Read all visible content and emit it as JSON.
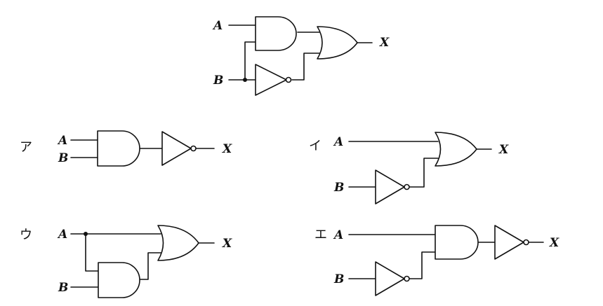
{
  "question_circuit": {
    "input_a": "A",
    "input_b": "B",
    "output": "X"
  },
  "options": [
    {
      "key": "ア",
      "input_a": "A",
      "input_b": "B",
      "output": "X"
    },
    {
      "key": "イ",
      "input_a": "A",
      "input_b": "B",
      "output": "X"
    },
    {
      "key": "ウ",
      "input_a": "A",
      "input_b": "B",
      "output": "X"
    },
    {
      "key": "エ",
      "input_a": "A",
      "input_b": "B",
      "output": "X"
    }
  ]
}
